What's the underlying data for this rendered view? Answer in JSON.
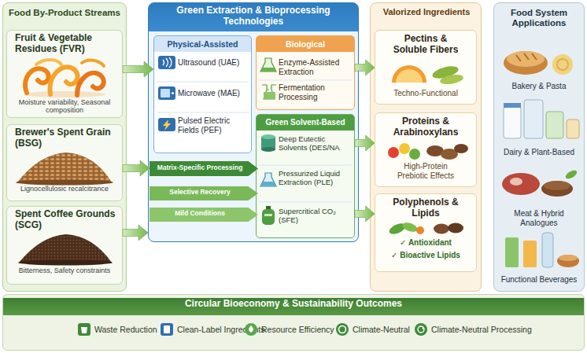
{
  "diagram": {
    "nodes": [
      {
        "text": [
          "Food By-Product Streams"
        ]
      },
      {
        "text": [
          "Fruit & Vegetable Residues (FVR)",
          "Moisture variability, Seasonal composition"
        ],
        "in": 0
      },
      {
        "text": [
          "Brewer's Spent Grain (BSG)",
          "Lignocellulosic recalcitrance"
        ],
        "in": 0
      },
      {
        "text": [
          "Spent Coffee Grounds (SCG)",
          "Bitterness, Safety constraints"
        ],
        "in": 0
      },
      {
        "text": [
          "Green Extraction & Bioprocessing Technologies"
        ]
      },
      {
        "text": [
          "Physical-Assisted",
          "Ultrasound (UAE)",
          "Microwave (MAE)",
          "Pulsed Electric Fields (PEF)"
        ],
        "in": 4
      },
      {
        "text": [
          "Biological",
          "Enzyme-Assisted Extraction",
          "Fermentation Processing"
        ],
        "in": 4
      },
      {
        "text": [
          "Green Solvent-Based",
          "Deep Eutectic Solvents (DES/NA",
          "Pressurized Liquid Extraction (PLE)",
          "Supercritical CO₂ (SFE)"
        ],
        "in": 4
      },
      {
        "text": [
          "Matrix-Specific Processing"
        ],
        "in": 4
      },
      {
        "text": [
          "Selective Recovery"
        ],
        "in": 4
      },
      {
        "text": [
          "Mild Conditions"
        ],
        "in": 4
      },
      {
        "text": [
          "Valorized Ingredients"
        ]
      },
      {
        "text": [
          "Pectins & Soluble Fibers",
          "Techno-Functional"
        ],
        "in": 11
      },
      {
        "text": [
          "Proteins & Arabinoxylans",
          "High-Protein Prebiotic Effects"
        ],
        "in": 11
      },
      {
        "text": [
          "Polyphenols & Lipids",
          "✓ Antioxidant",
          "✓ Bioactive Lipids"
        ],
        "in": 11
      },
      {
        "text": [
          "Food System Applications",
          "Bakery & Pasta",
          "Dairy & Plant-Based",
          "Meat & Hybrid Analogues",
          "Functional Beverages"
        ]
      },
      {
        "text": [
          "Circular Bioeconomy & Sustainability Outcomes",
          "Waste Reduction",
          "Clean-Label Ingredients",
          "Resource Efficiency",
          "Climate-Neutral",
          "Climate-Neutral Processing"
        ]
      }
    ],
    "edges": [
      {
        "from": 1,
        "to": 5,
        "arrow": "to"
      },
      {
        "from": 2,
        "to": 8,
        "arrow": "to"
      },
      {
        "from": 3,
        "to": 4,
        "arrow": "to"
      },
      {
        "from": 6,
        "to": 12,
        "arrow": "to"
      },
      {
        "from": 7,
        "to": 13,
        "arrow": "to"
      },
      {
        "from": 7,
        "to": 14,
        "arrow": "to"
      }
    ]
  }
}
